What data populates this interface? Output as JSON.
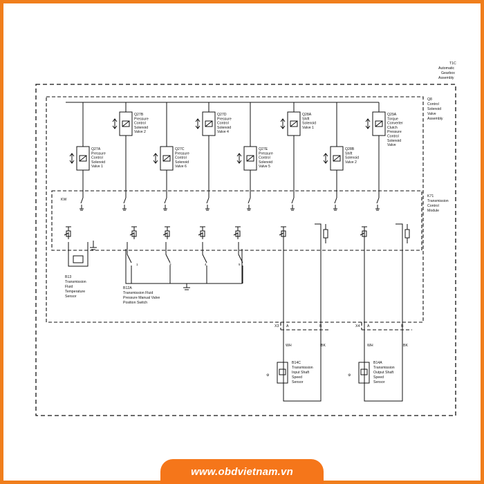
{
  "assembly": {
    "line1": "T1C",
    "line2": "Automatic",
    "line3": "Gearbox",
    "line4": "Assembly"
  },
  "q8": {
    "line1": "Q8",
    "line2": "Control",
    "line3": "Solenoid",
    "line4": "Valve",
    "line5": "Assembly"
  },
  "k71": {
    "line1": "K71",
    "line2": "Transmission",
    "line3": "Control",
    "line4": "Module"
  },
  "solenoids": [
    {
      "lines": [
        "Q27A",
        "Pressure",
        "Control",
        "Solenoid",
        "Valve 1"
      ]
    },
    {
      "lines": [
        "Q27B",
        "Pressure",
        "Control",
        "Solenoid",
        "Valve 2"
      ]
    },
    {
      "lines": [
        "Q27C",
        "Pressure",
        "Control",
        "Solenoid",
        "Valve 6"
      ]
    },
    {
      "lines": [
        "Q27D",
        "Pressure",
        "Control",
        "Solenoid",
        "Valve 4"
      ]
    },
    {
      "lines": [
        "Q27E",
        "Pressure",
        "Control",
        "Solenoid",
        "Valve 5"
      ]
    },
    {
      "lines": [
        "Q28A",
        "Shift",
        "Solenoid",
        "Valve 1"
      ]
    },
    {
      "lines": [
        "Q28B",
        "Shift",
        "Solenoid",
        "Valve 2"
      ]
    },
    {
      "lines": [
        "Q29A",
        "Torque",
        "Converter",
        "Clutch",
        "Pressure",
        "Control",
        "Solenoid",
        "Valve"
      ]
    }
  ],
  "kw": "KW",
  "b13": {
    "lines": [
      "B13",
      "Transmission",
      "Fluid",
      "Temperature",
      "Sensor"
    ]
  },
  "b12a": {
    "lines": [
      "B12A",
      "Transmission Fluid",
      "Pressure Manual Valve",
      "Position Switch"
    ]
  },
  "switch_numbers": [
    "1",
    "3",
    "4",
    "5"
  ],
  "connectors": {
    "x3": "X3",
    "x4": "X4",
    "a": "A",
    "b": "B"
  },
  "wires": {
    "wh": "WH",
    "bk": "BK"
  },
  "b14c": {
    "lines": [
      "B14C",
      "Transmission",
      "Input Shaft",
      "Speed",
      "Sensor"
    ]
  },
  "b14a": {
    "lines": [
      "B14A",
      "Transmission",
      "Output Shaft",
      "Speed",
      "Sensor"
    ]
  },
  "footer": {
    "website": "www.obdvietnam.vn"
  }
}
